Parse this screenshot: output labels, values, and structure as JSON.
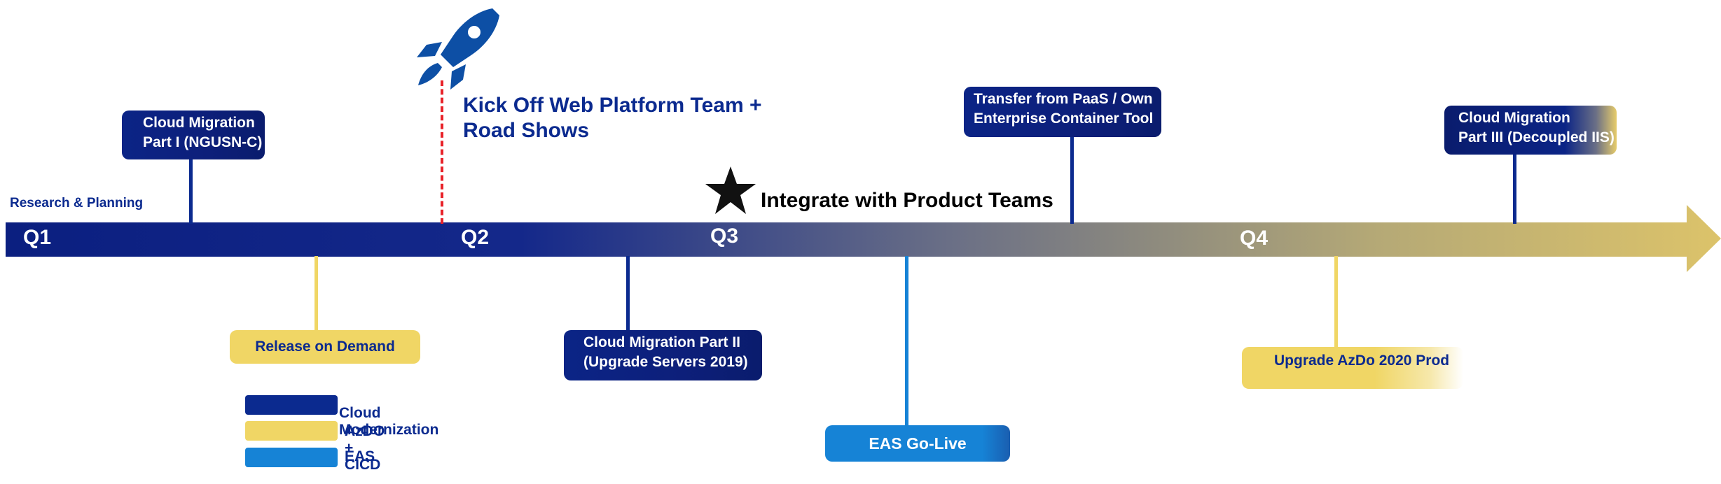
{
  "quarters": {
    "q1": "Q1",
    "q2": "Q2",
    "q3": "Q3",
    "q4": "Q4"
  },
  "research_label": "Research & Planning",
  "kickoff": {
    "line1": "Kick Off Web Platform Team +",
    "line2": "Road Shows"
  },
  "integrate_label": "Integrate with Product Teams",
  "milestones": {
    "cloud_migration_1": {
      "line1": "Cloud Migration",
      "line2": "Part I (NGUSN-C)"
    },
    "transfer": {
      "line1": "Transfer from PaaS / Own",
      "line2": "Enterprise Container Tool"
    },
    "cloud_migration_3": {
      "line1": "Cloud Migration",
      "line2": "Part III (Decoupled IIS)"
    },
    "release_on_demand": "Release on Demand",
    "cloud_migration_2": {
      "line1": "Cloud Migration Part II",
      "line2": "(Upgrade Servers 2019)"
    },
    "eas_go_live": "EAS Go-Live",
    "upgrade_azdo": "Upgrade AzDo 2020 Prod"
  },
  "legend": [
    {
      "label": "Cloud Modernization",
      "color": "#0b2a8f"
    },
    {
      "label": "AzDO + CICD",
      "color": "#f0d665"
    },
    {
      "label": "EAS",
      "color": "#1683d6"
    }
  ],
  "colors": {
    "cloud_modernization": "#0b2a8f",
    "azdo_cicd": "#f0d665",
    "eas": "#1683d6",
    "kickoff_line": "#e8232a",
    "timeline_start": "#0b1f80",
    "timeline_end": "#dcc36a"
  },
  "icons": [
    "rocket-icon",
    "star-icon"
  ]
}
